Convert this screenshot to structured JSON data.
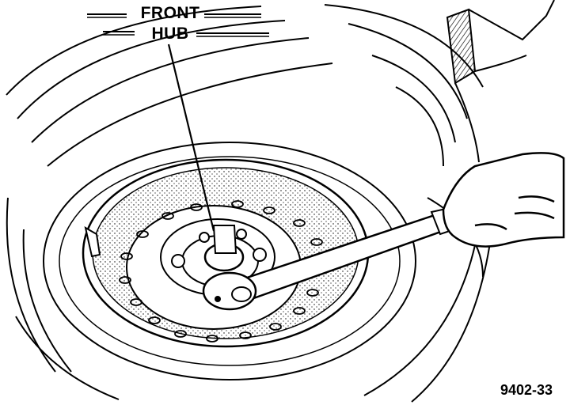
{
  "callout": {
    "line1": "FRONT",
    "line2": "HUB"
  },
  "figure_number": "9402-33",
  "colors": {
    "ink": "#000000",
    "paper": "#ffffff"
  },
  "icons": [
    "tire-illustration",
    "wheel-rim",
    "wheel-hub",
    "wrench-tool",
    "hand"
  ]
}
